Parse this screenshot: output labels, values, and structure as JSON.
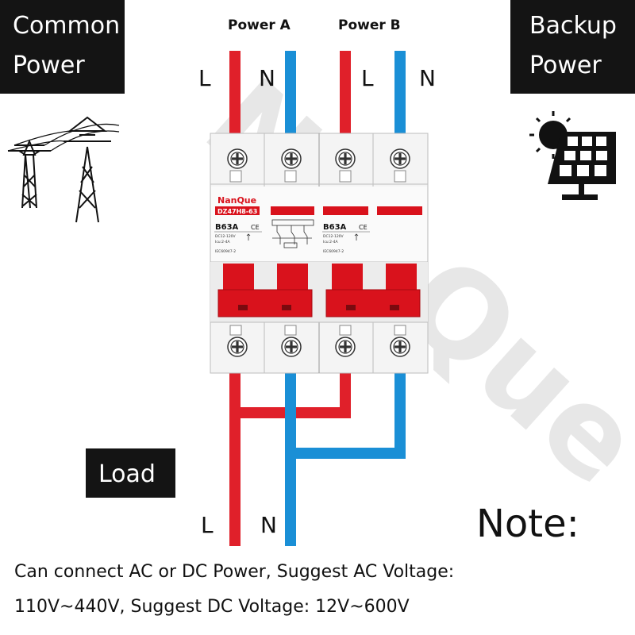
{
  "labels": {
    "common_power": [
      "Common",
      "Power"
    ],
    "backup_power": [
      "Backup",
      "Power"
    ],
    "power_a": "Power A",
    "power_b": "Power B",
    "load": "Load",
    "top_wires": [
      "L",
      "N",
      "L",
      "N"
    ],
    "bottom_wires": [
      "L",
      "N"
    ]
  },
  "breaker": {
    "brand": "NanQue",
    "model": "DZ47H8-63",
    "rating_left": "B63A",
    "rating_right": "B63A",
    "ce_mark": "CE",
    "spec_left": [
      "DC12-120V",
      "Icu:2-4A",
      "IEC60947-2"
    ],
    "spec_right": [
      "DC12-120V",
      "Icu:2-4A",
      "IEC60947-2"
    ]
  },
  "watermark": "NanQue",
  "note": {
    "title": "Note:",
    "line1": "Can connect AC or DC Power, Suggest AC Voltage:",
    "line2": "110V~440V, Suggest DC Voltage: 12V~600V"
  },
  "colors": {
    "live_wire": "#e0202a",
    "neutral_wire": "#1a8fd6",
    "breaker_red": "#d9121c",
    "label_bg": "#141414"
  },
  "icons": [
    "power-tower-icon",
    "sun-icon",
    "solar-panel-icon",
    "terminal-screw-icon"
  ]
}
